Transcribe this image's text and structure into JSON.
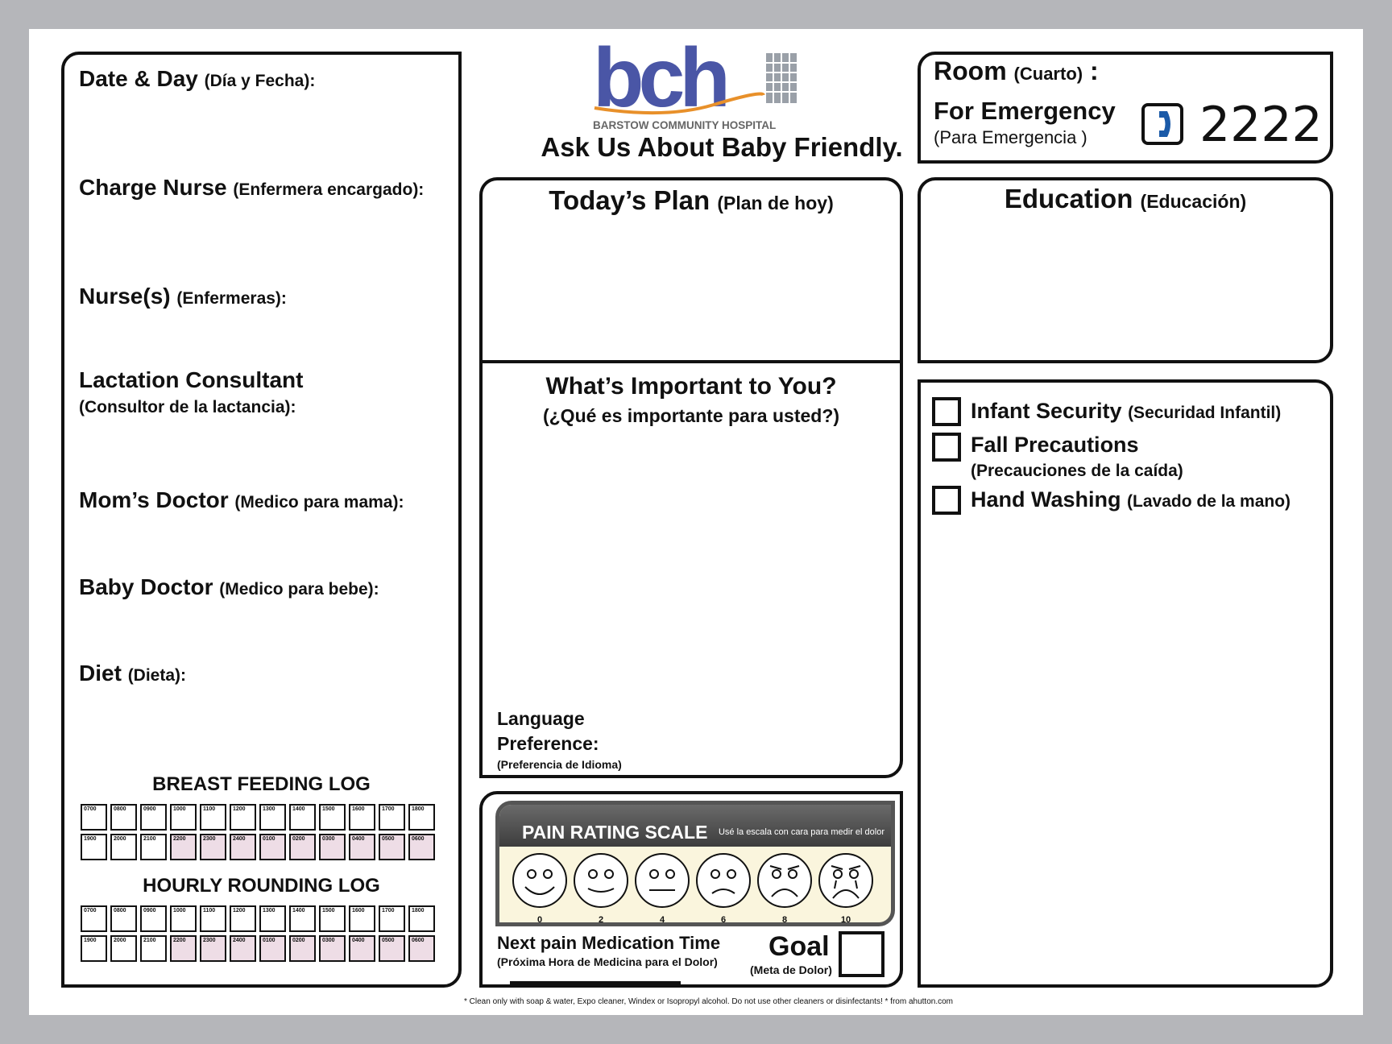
{
  "left_panel": {
    "date": {
      "label": "Date & Day",
      "es": "(Día y Fecha):"
    },
    "charge_nurse": {
      "label": "Charge Nurse",
      "es": "(Enfermera encargado):"
    },
    "nurses": {
      "label": "Nurse(s)",
      "es": "(Enfermeras):"
    },
    "lactation": {
      "label": "Lactation Consultant",
      "es": "(Consultor de la lactancia):"
    },
    "moms_doctor": {
      "label": "Mom’s Doctor",
      "es": "(Medico para mama):"
    },
    "baby_doctor": {
      "label": "Baby Doctor",
      "es": "(Medico para bebe):"
    },
    "diet": {
      "label": "Diet",
      "es": "(Dieta):"
    },
    "breast_feeding_title": "BREAST FEEDING LOG",
    "hourly_rounding_title": "HOURLY ROUNDING LOG",
    "log_hours_row1": [
      "0700",
      "0800",
      "0900",
      "1000",
      "1100",
      "1200",
      "1300",
      "1400",
      "1500",
      "1600",
      "1700",
      "1800"
    ],
    "log_hours_row2": [
      "1900",
      "2000",
      "2100",
      "2200",
      "2300",
      "2400",
      "0100",
      "0200",
      "0300",
      "0400",
      "0500",
      "0600"
    ]
  },
  "header": {
    "logo_text": "bch",
    "hospital_name": "BARSTOW COMMUNITY HOSPITAL",
    "tagline": "Ask Us About Baby Friendly.",
    "brand_color": "#4a56a6",
    "accent_color": "#e8902a"
  },
  "room": {
    "label": "Room",
    "es": "(Cuarto)",
    "colon": ":",
    "emergency_label": "For Emergency",
    "emergency_es": "(Para Emergencia )",
    "emergency_number": "2222",
    "phone_icon": "phone-icon"
  },
  "plan": {
    "title": "Today’s Plan",
    "es": "(Plan de hoy)"
  },
  "important": {
    "title": "What’s Important to You?",
    "es": "(¿Qué es importante para usted?)",
    "language_line1": "Language",
    "language_line2": "Preference:",
    "language_es": "(Preferencia de Idioma)"
  },
  "education": {
    "title": "Education",
    "es": "(Educación)"
  },
  "checklist": [
    {
      "label": "Infant Security",
      "es": "(Securidad Infantil)"
    },
    {
      "label": "Fall Precautions",
      "es": "(Precauciones de la caída)"
    },
    {
      "label": "Hand Washing",
      "es": "(Lavado de la mano)"
    }
  ],
  "pain": {
    "title": "PAIN RATING SCALE",
    "note": "Usé la escala con cara para medir el dolor",
    "scale": [
      "0",
      "2",
      "4",
      "6",
      "8",
      "10"
    ],
    "next_label": "Next pain Medication Time",
    "next_es": "(Próxima Hora de Medicina para el Dolor)",
    "goal": "Goal",
    "goal_es": "(Meta de Dolor)"
  },
  "footer": "* Clean only with soap & water, Expo cleaner, Windex or Isopropyl alcohol.  Do not use other cleaners or disinfectants!  *  from ahutton.com"
}
